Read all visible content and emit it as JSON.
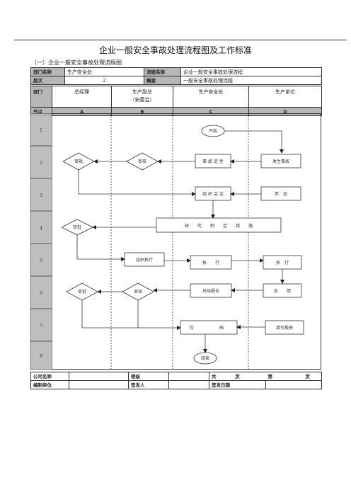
{
  "document": {
    "title": "企业一般安全事故处理流程图及工作标准",
    "subtitle": "（一）企业一般安全事故处理流程图"
  },
  "header": {
    "dept_label": "部门名称",
    "dept_value": "生产安全处",
    "process_label": "流程名称",
    "process_value": "企业一般安全事故处理流程",
    "level_label": "层次",
    "level_value": "2",
    "summary_label": "概要",
    "summary_value": "一般安全事故处理流程",
    "columns_label": "部门",
    "col_a": "总经理",
    "col_b_line1": "生产副总",
    "col_b_line2": "（安委会）",
    "col_c": "生产安全处",
    "col_d": "生产单位",
    "node_label": "节点",
    "node_a": "A",
    "node_b": "B",
    "node_c": "C",
    "node_d": "D"
  },
  "flow": {
    "rows": [
      "1",
      "2",
      "3",
      "4",
      "5",
      "6",
      "7",
      "8"
    ],
    "start": "开始",
    "report": "发生事故",
    "define": "事 故 定 性",
    "review_b": "审核",
    "approve_a": "审批",
    "meeting": "组 织 会 议",
    "participate": "参　加",
    "measures": "研　　究　　制　　定　　措　　施",
    "approve_4": "审批",
    "organize": "组织执行",
    "execute_c": "执　　行",
    "execute_d": "执　行",
    "summary": "总结报告",
    "feedback": "反　　馈",
    "approve_6": "审批",
    "review_6": "审核",
    "archive_left": "存",
    "archive_right": "档",
    "form": "填写报表",
    "end": "结束"
  },
  "footer": {
    "company_label": "公司名称",
    "secret_label": "密级",
    "pages_total_label": "共",
    "pages_label_1": "页",
    "pages_nth_label": "第",
    "pages_label_2": "页",
    "unit_label": "编制单位",
    "issuer_label": "签发人",
    "issue_date_label": "签发日期"
  }
}
